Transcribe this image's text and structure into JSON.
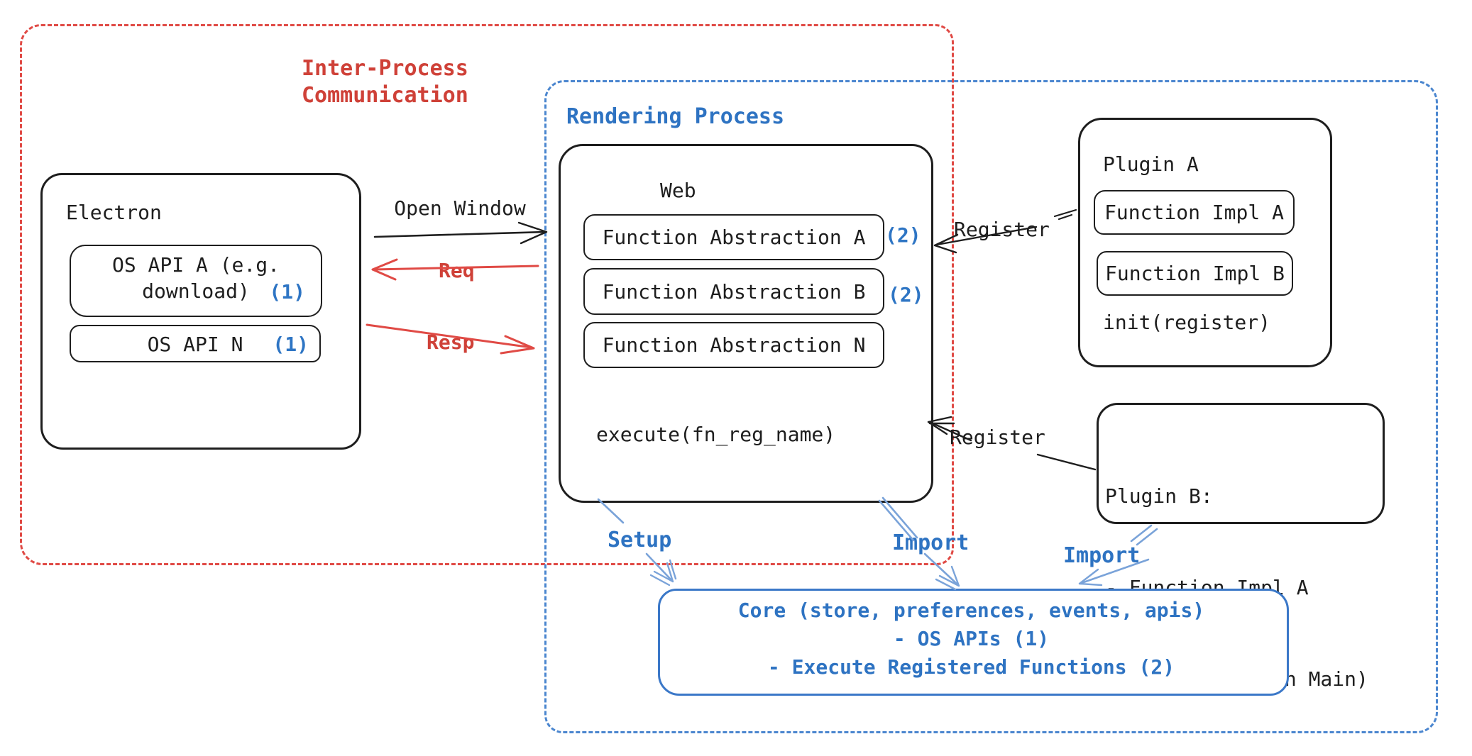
{
  "colors": {
    "black": "#1e1e1e",
    "red_text": "#cf4138",
    "red_line": "#e04a45",
    "blue_text": "#2e73c2",
    "blue_badge": "#2e75c4",
    "blue_dash": "#4b86cf",
    "blue_box": "#3b78c8",
    "blue_arrow": "#7aa3d9"
  },
  "ipc": {
    "label": "Inter-Process\nCommunication"
  },
  "electron": {
    "title": "Electron",
    "api_a_line1": "OS API A (e.g.",
    "api_a_line2": "download)",
    "api_a_badge": "(1)",
    "api_n_label": "OS API N",
    "api_n_badge": "(1)"
  },
  "flows": {
    "open_window": "Open Window",
    "req": "Req",
    "resp": "Resp",
    "register_plugin_a": "Register",
    "register_plugin_b": "Register",
    "setup": "Setup",
    "import_web": "Import",
    "import_plugin_b": "Import"
  },
  "rendering": {
    "label": "Rendering Process"
  },
  "web": {
    "title": "Web",
    "abstraction_a": "Function Abstraction A",
    "abstraction_a_badge": "(2)",
    "abstraction_b": "Function Abstraction B",
    "abstraction_b_badge": "(2)",
    "abstraction_n": "Function Abstraction N",
    "execute_label": "execute(fn_reg_name)"
  },
  "plugin_a": {
    "title": "Plugin A",
    "impl_a": "Function Impl A",
    "impl_b": "Function Impl B",
    "init_label": "init(register)"
  },
  "plugin_b": {
    "title": "Plugin B:",
    "item_1": "- Function Impl A",
    "item_2": "- Module (run on Main)"
  },
  "core": {
    "line1": "Core (store, preferences, events, apis)",
    "line2": "- OS APIs (1)",
    "line3": "- Execute Registered Functions (2)"
  }
}
